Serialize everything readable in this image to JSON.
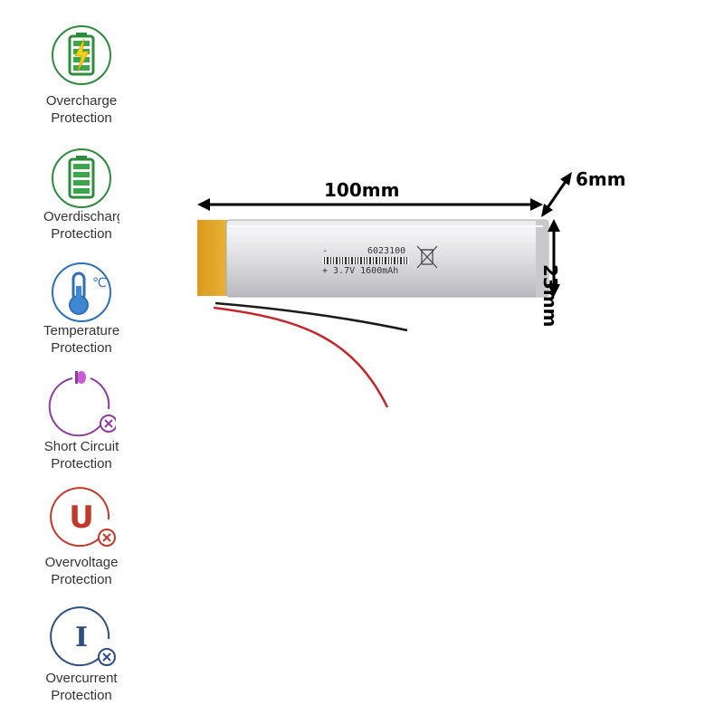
{
  "features": [
    {
      "icon": "battery-charging-icon",
      "line1": "Overcharge",
      "line2": "Protection",
      "color": "#2e8b3d"
    },
    {
      "icon": "battery-full-icon",
      "line1": "Overdischarge",
      "line2": "Protection",
      "color": "#2e8b3d"
    },
    {
      "icon": "thermometer-icon",
      "line1": "Temperature",
      "line2": "Protection",
      "color": "#2f6fb5",
      "unit": "℃"
    },
    {
      "icon": "short-circuit-icon",
      "line1": "Short Circuit",
      "line2": "Protection",
      "color": "#8b3f9a"
    },
    {
      "icon": "voltage-u-icon",
      "line1": "Overvoltage",
      "line2": "Protection",
      "color": "#c0392b",
      "glyph": "U"
    },
    {
      "icon": "current-i-icon",
      "line1": "Overcurrent",
      "line2": "Protection",
      "color": "#2f4f7f",
      "glyph": "I"
    }
  ],
  "battery": {
    "model": "6023100",
    "minus": "-",
    "spec": "+ 3.7V 1600mAh"
  },
  "dimensions": {
    "length": "100mm",
    "thickness": "6mm",
    "width": "23mm"
  }
}
